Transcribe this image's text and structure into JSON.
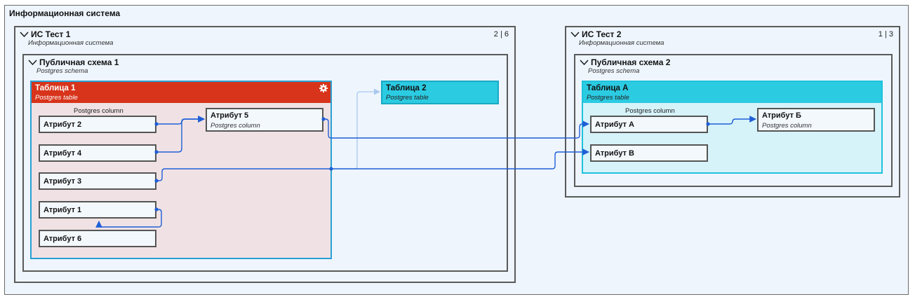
{
  "system": {
    "title": "Информационная система"
  },
  "is1": {
    "title": "ИС Тест 1",
    "subtitle": "Информационная система",
    "count": "2 | 6"
  },
  "is2": {
    "title": "ИС Тест 2",
    "subtitle": "Информационная система",
    "count": "1 | 3"
  },
  "schema1": {
    "title": "Публичная схема 1",
    "subtitle": "Postgres schema"
  },
  "schema2": {
    "title": "Публичная схема 2",
    "subtitle": "Postgres schema"
  },
  "table1": {
    "title": "Таблица 1",
    "subtitle": "Postgres table",
    "column_label": "Postgres column",
    "attrs": [
      "Атрибут 2",
      "Атрибут 4",
      "Атрибут 3",
      "Атрибут 1",
      "Атрибут 6"
    ],
    "attr5": {
      "name": "Атрибут 5",
      "subtitle": "Postgres column"
    }
  },
  "table2": {
    "title": "Таблица 2",
    "subtitle": "Postgres table"
  },
  "tableA": {
    "title": "Таблица А",
    "subtitle": "Postgres table",
    "column_label": "Postgres column",
    "attrs": [
      "Атрибут А",
      "Атрибут В"
    ],
    "attrB": {
      "name": "Атрибут Б",
      "subtitle": "Postgres column"
    }
  },
  "colors": {
    "table1_header": "#d7341b",
    "table2_header": "#2bcbe2",
    "link": "#1f5fd6",
    "link_faded": "#a9c8f0"
  },
  "icons": {
    "collapse": "chevron-down-icon",
    "settings": "gear-icon"
  }
}
